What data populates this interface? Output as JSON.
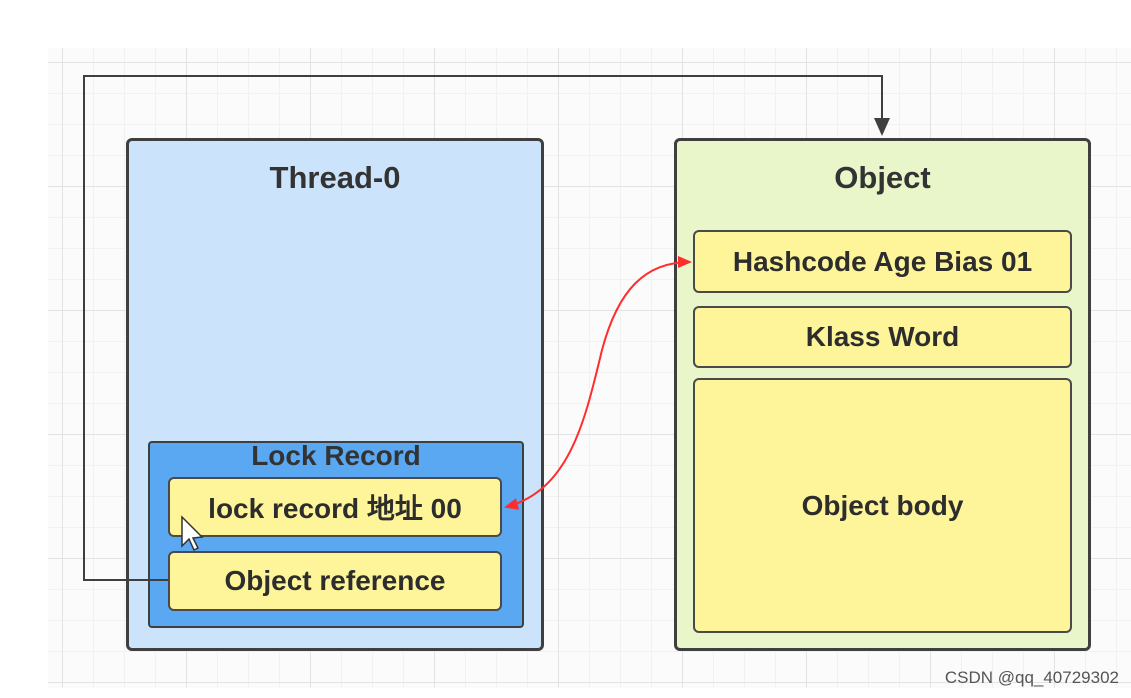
{
  "thread": {
    "title": "Thread-0",
    "lock_record": {
      "title": "Lock Record",
      "address_cell": "lock  record 地址 00",
      "reference_cell": "Object reference"
    }
  },
  "object": {
    "title": "Object",
    "hashcode_cell": "Hashcode Age Bias 01",
    "klass_cell": "Klass Word",
    "body_cell": "Object body"
  },
  "colors": {
    "thread_fill": "#cce4fb",
    "lock_record_fill": "#5aa7f2",
    "object_fill": "#e8f6c9",
    "cell_fill": "#fef59a",
    "swap_arrow": "#ff2d2d",
    "reference_line": "#3f3f3f"
  },
  "watermark": "CSDN @qq_40729302"
}
